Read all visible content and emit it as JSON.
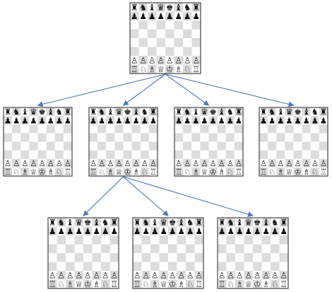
{
  "diagram": {
    "colors": {
      "arrow": "#4a78b5",
      "board_border": "#444444",
      "light_square": "#ffffff",
      "dark_square": "#dcdcdc",
      "black_piece": "#111111",
      "white_piece_fill": "#ffffff",
      "white_piece_outline": "#222222"
    },
    "piece_glyphs": {
      "K": "♔",
      "Q": "♕",
      "R": "♖",
      "B": "♗",
      "N": "♘",
      "P": "♙",
      "k": "♚",
      "q": "♛",
      "r": "♜",
      "b": "♝",
      "n": "♞",
      "p": "♟"
    },
    "boards": [
      {
        "id": "root",
        "fen_rows": [
          "rnbqkbnr",
          "pppppppp",
          "8",
          "8",
          "8",
          "8",
          "PPPPPPPP",
          "RNBQKBNR"
        ]
      },
      {
        "id": "child-1",
        "fen_rows": [
          "rnbqkbnr",
          "pppppppp",
          "8",
          "8",
          "8",
          "8",
          "PPPPPPPP",
          "RNBQKBNR"
        ]
      },
      {
        "id": "child-2",
        "fen_rows": [
          "rnbqkbnr",
          "pppppppp",
          "8",
          "8",
          "8",
          "8",
          "PPPPPPPP",
          "RNBQKBNR"
        ]
      },
      {
        "id": "child-3",
        "fen_rows": [
          "rnbqkbnr",
          "pppppppp",
          "8",
          "8",
          "8",
          "8",
          "PPPPPPPP",
          "RNBQKBNR"
        ]
      },
      {
        "id": "child-4",
        "fen_rows": [
          "rnbqkbnr",
          "pppppppp",
          "8",
          "8",
          "8",
          "8",
          "PPPPPPPP",
          "RNBQKBNR"
        ]
      },
      {
        "id": "grandchild-1",
        "fen_rows": [
          "rnbqkbnr",
          "pppppppp",
          "8",
          "8",
          "8",
          "8",
          "PPPPPPPP",
          "RNBQKBNR"
        ]
      },
      {
        "id": "grandchild-2",
        "fen_rows": [
          "rnbqkbnr",
          "pppppppp",
          "8",
          "8",
          "8",
          "8",
          "PPPPPPPP",
          "RNBQKBNR"
        ]
      },
      {
        "id": "grandchild-3",
        "fen_rows": [
          "rnbqkbnr",
          "pppppppp",
          "8",
          "8",
          "8",
          "8",
          "PPPPPPPP",
          "RNBQKBNR"
        ]
      }
    ],
    "edges": [
      {
        "from": "root",
        "to": "child-1"
      },
      {
        "from": "root",
        "to": "child-2"
      },
      {
        "from": "root",
        "to": "child-3"
      },
      {
        "from": "root",
        "to": "child-4"
      },
      {
        "from": "child-2",
        "to": "grandchild-1"
      },
      {
        "from": "child-2",
        "to": "grandchild-2"
      },
      {
        "from": "child-2",
        "to": "grandchild-3"
      }
    ]
  }
}
